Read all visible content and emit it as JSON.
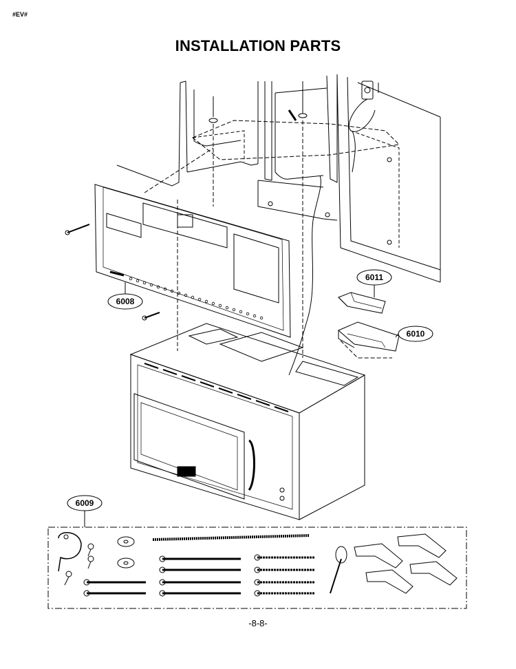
{
  "header": {
    "code": "#EV#"
  },
  "title": "INSTALLATION PARTS",
  "callouts": [
    {
      "id": "6008"
    },
    {
      "id": "6009"
    },
    {
      "id": "6010"
    },
    {
      "id": "6011"
    }
  ],
  "page_number": "-8-8-"
}
